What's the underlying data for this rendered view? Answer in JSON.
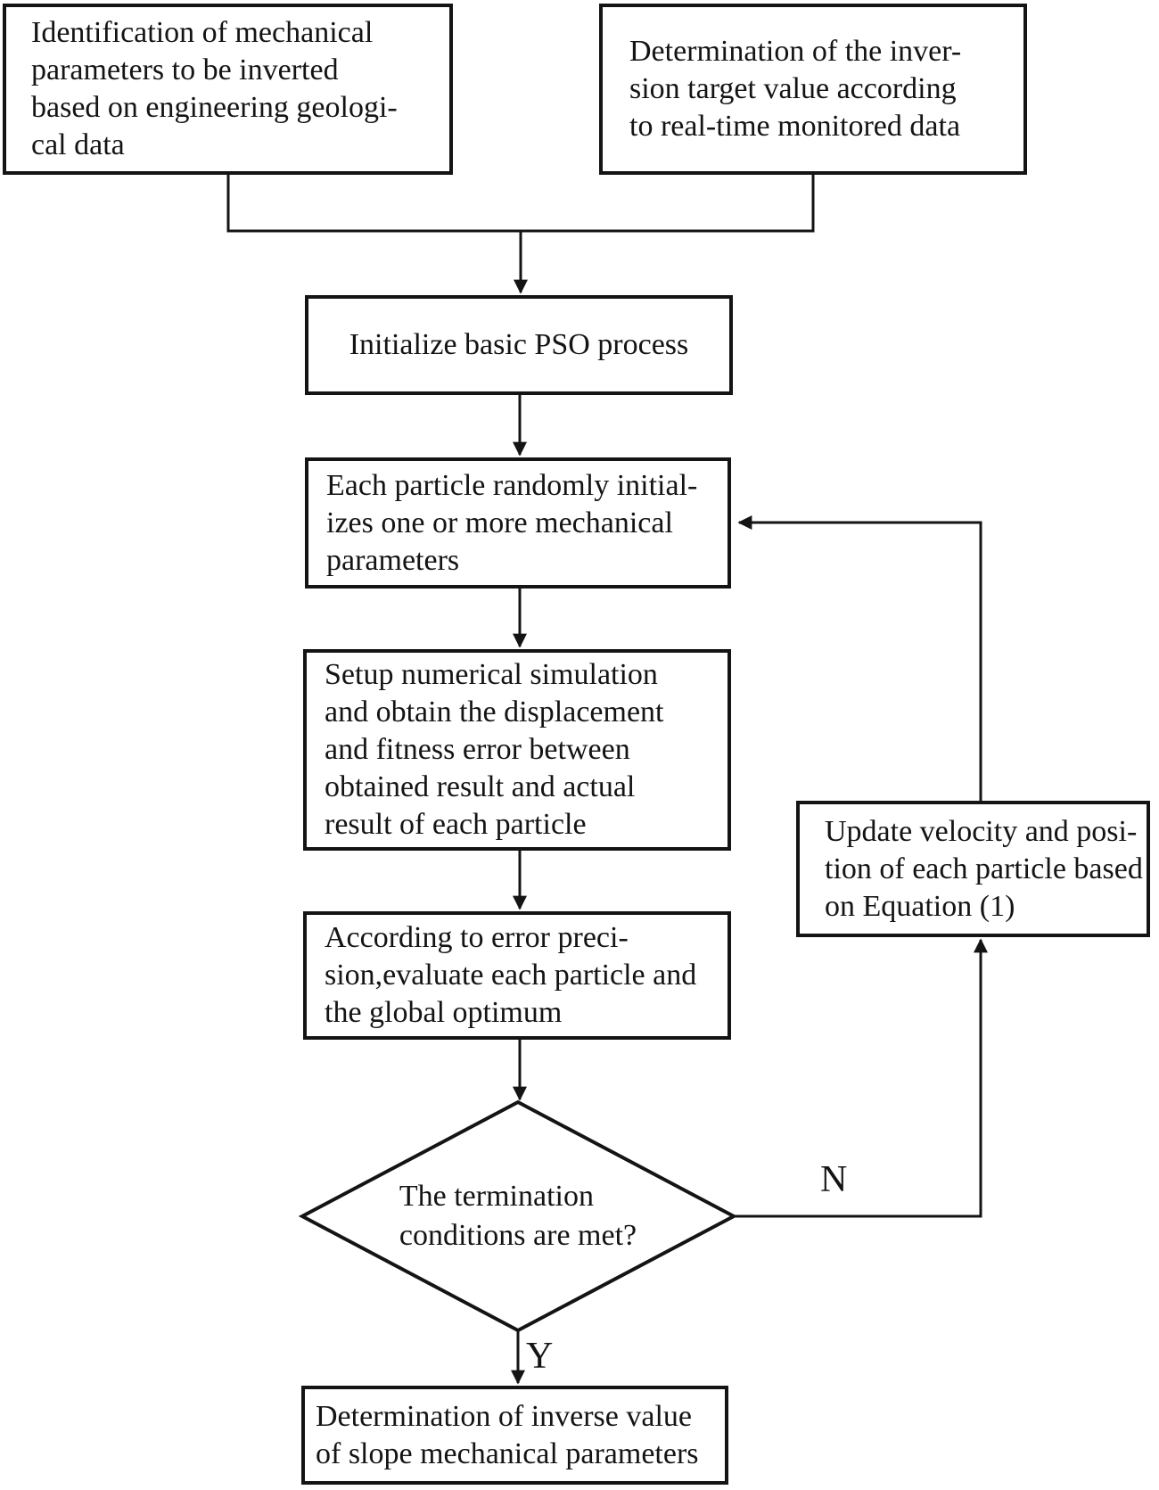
{
  "theme": {
    "ink_color": "#141414",
    "background_color": "#ffffff"
  },
  "flowchart": {
    "nodes": {
      "identify": {
        "text": "Identification of mechanical\nparameters to be inverted\nbased on engineering geologi-\ncal data"
      },
      "target": {
        "text": "Determination of the inver-\nsion target value according\nto real-time monitored data"
      },
      "initialize": {
        "text": "Initialize basic PSO process"
      },
      "particle": {
        "text": "Each particle randomly initial-\nizes one or more mechanical\nparameters"
      },
      "simulate": {
        "text": "Setup numerical simulation\nand obtain the displacement\nand fitness error between\nobtained result and actual\nresult of each particle"
      },
      "evaluate": {
        "text": "According to error preci-\nsion,evaluate each particle and\nthe global optimum"
      },
      "decision": {
        "text": "The termination\nconditions are met?"
      },
      "update": {
        "text": "Update velocity and posi-\ntion of each particle based\non Equation (1)"
      },
      "result": {
        "text": "Determination of inverse value\nof slope mechanical parameters"
      }
    },
    "branch_labels": {
      "yes": "Y",
      "no": "N"
    }
  }
}
